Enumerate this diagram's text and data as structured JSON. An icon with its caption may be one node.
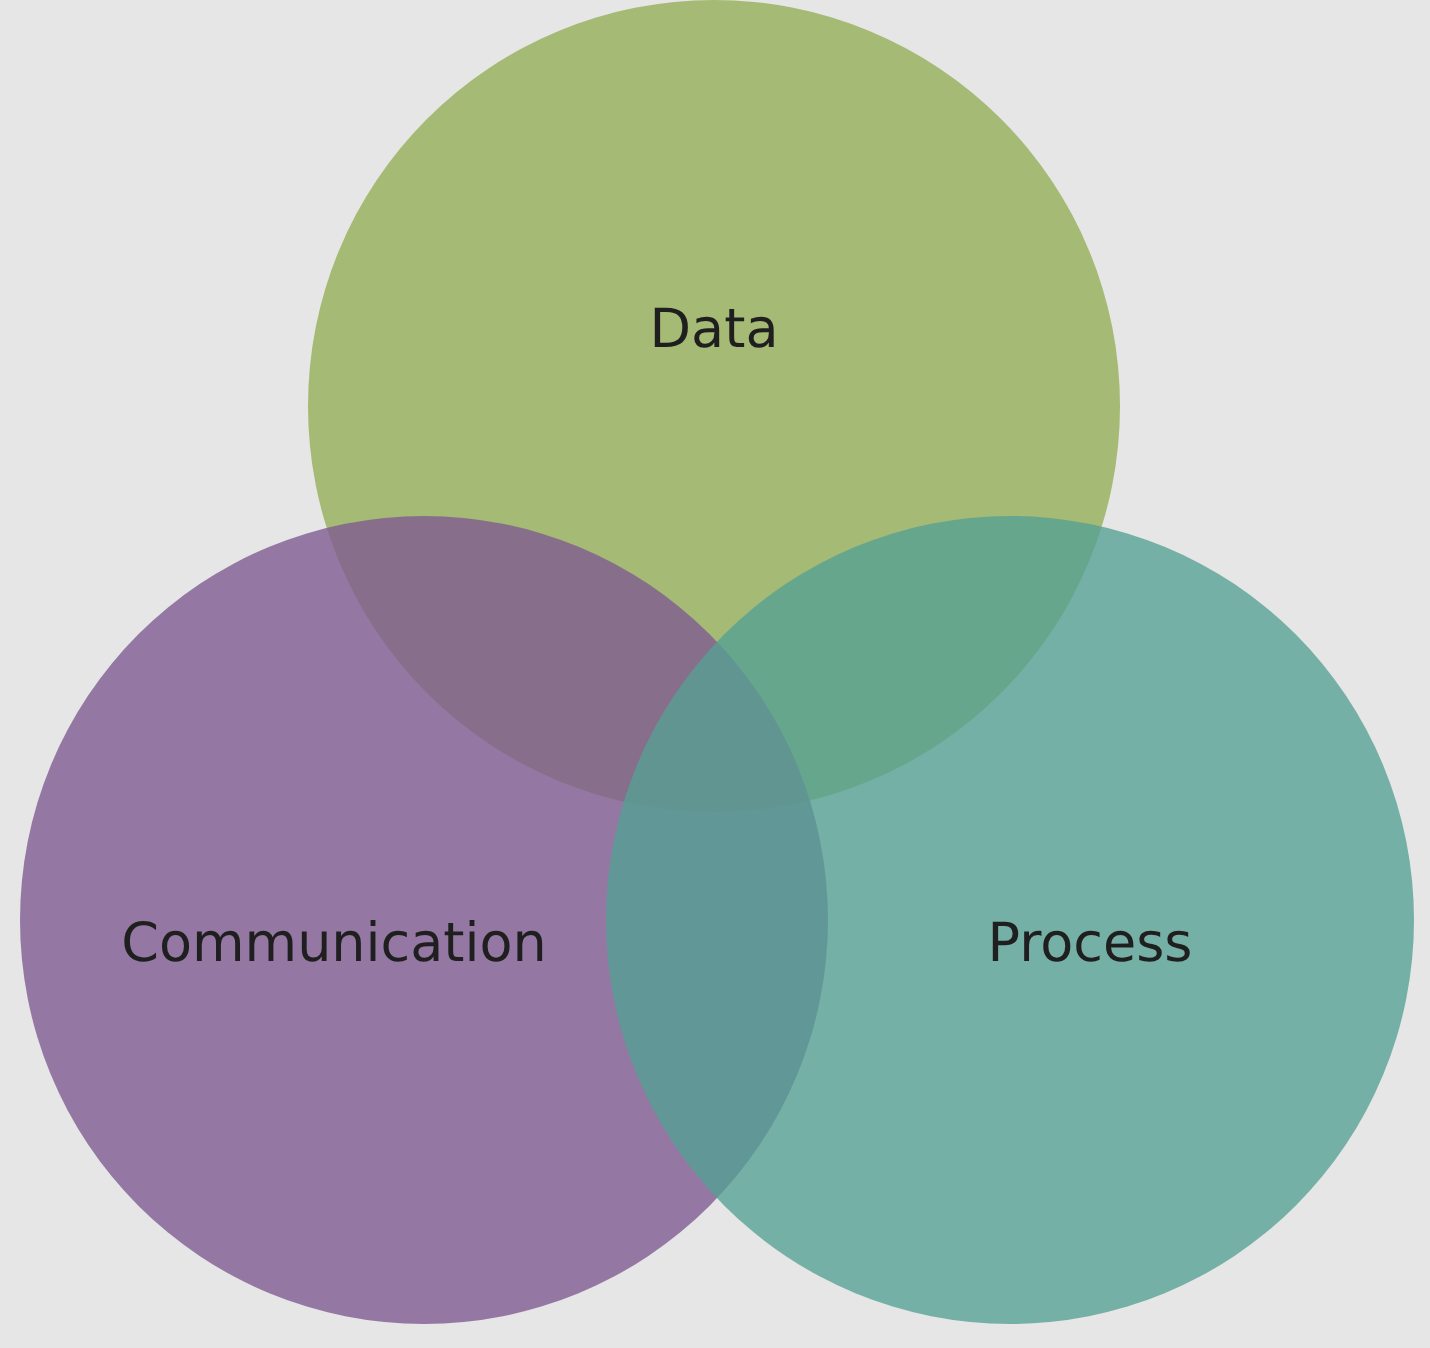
{
  "diagram": {
    "nodes": [
      {
        "text": [
          "Data"
        ]
      },
      {
        "text": [
          "Communication"
        ]
      },
      {
        "text": [
          "Process"
        ]
      }
    ]
  }
}
